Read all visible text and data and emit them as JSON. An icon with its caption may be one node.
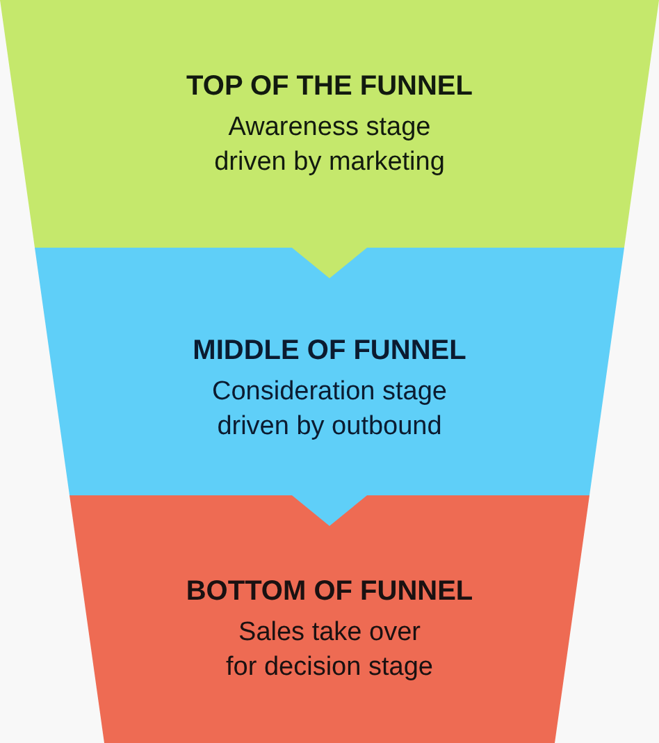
{
  "diagram": {
    "nodes": [
      {
        "text": [
          "TOP OF THE FUNNEL",
          "Awareness stage driven by marketing"
        ]
      },
      {
        "text": [
          "MIDDLE OF FUNNEL",
          "Consideration stage driven by outbound"
        ]
      },
      {
        "text": [
          "BOTTOM OF FUNNEL",
          "Sales take over for decision stage"
        ]
      }
    ],
    "edges": [
      {
        "from": 0,
        "to": 1,
        "arrow": "to"
      },
      {
        "from": 1,
        "to": 2,
        "arrow": "to"
      }
    ]
  }
}
